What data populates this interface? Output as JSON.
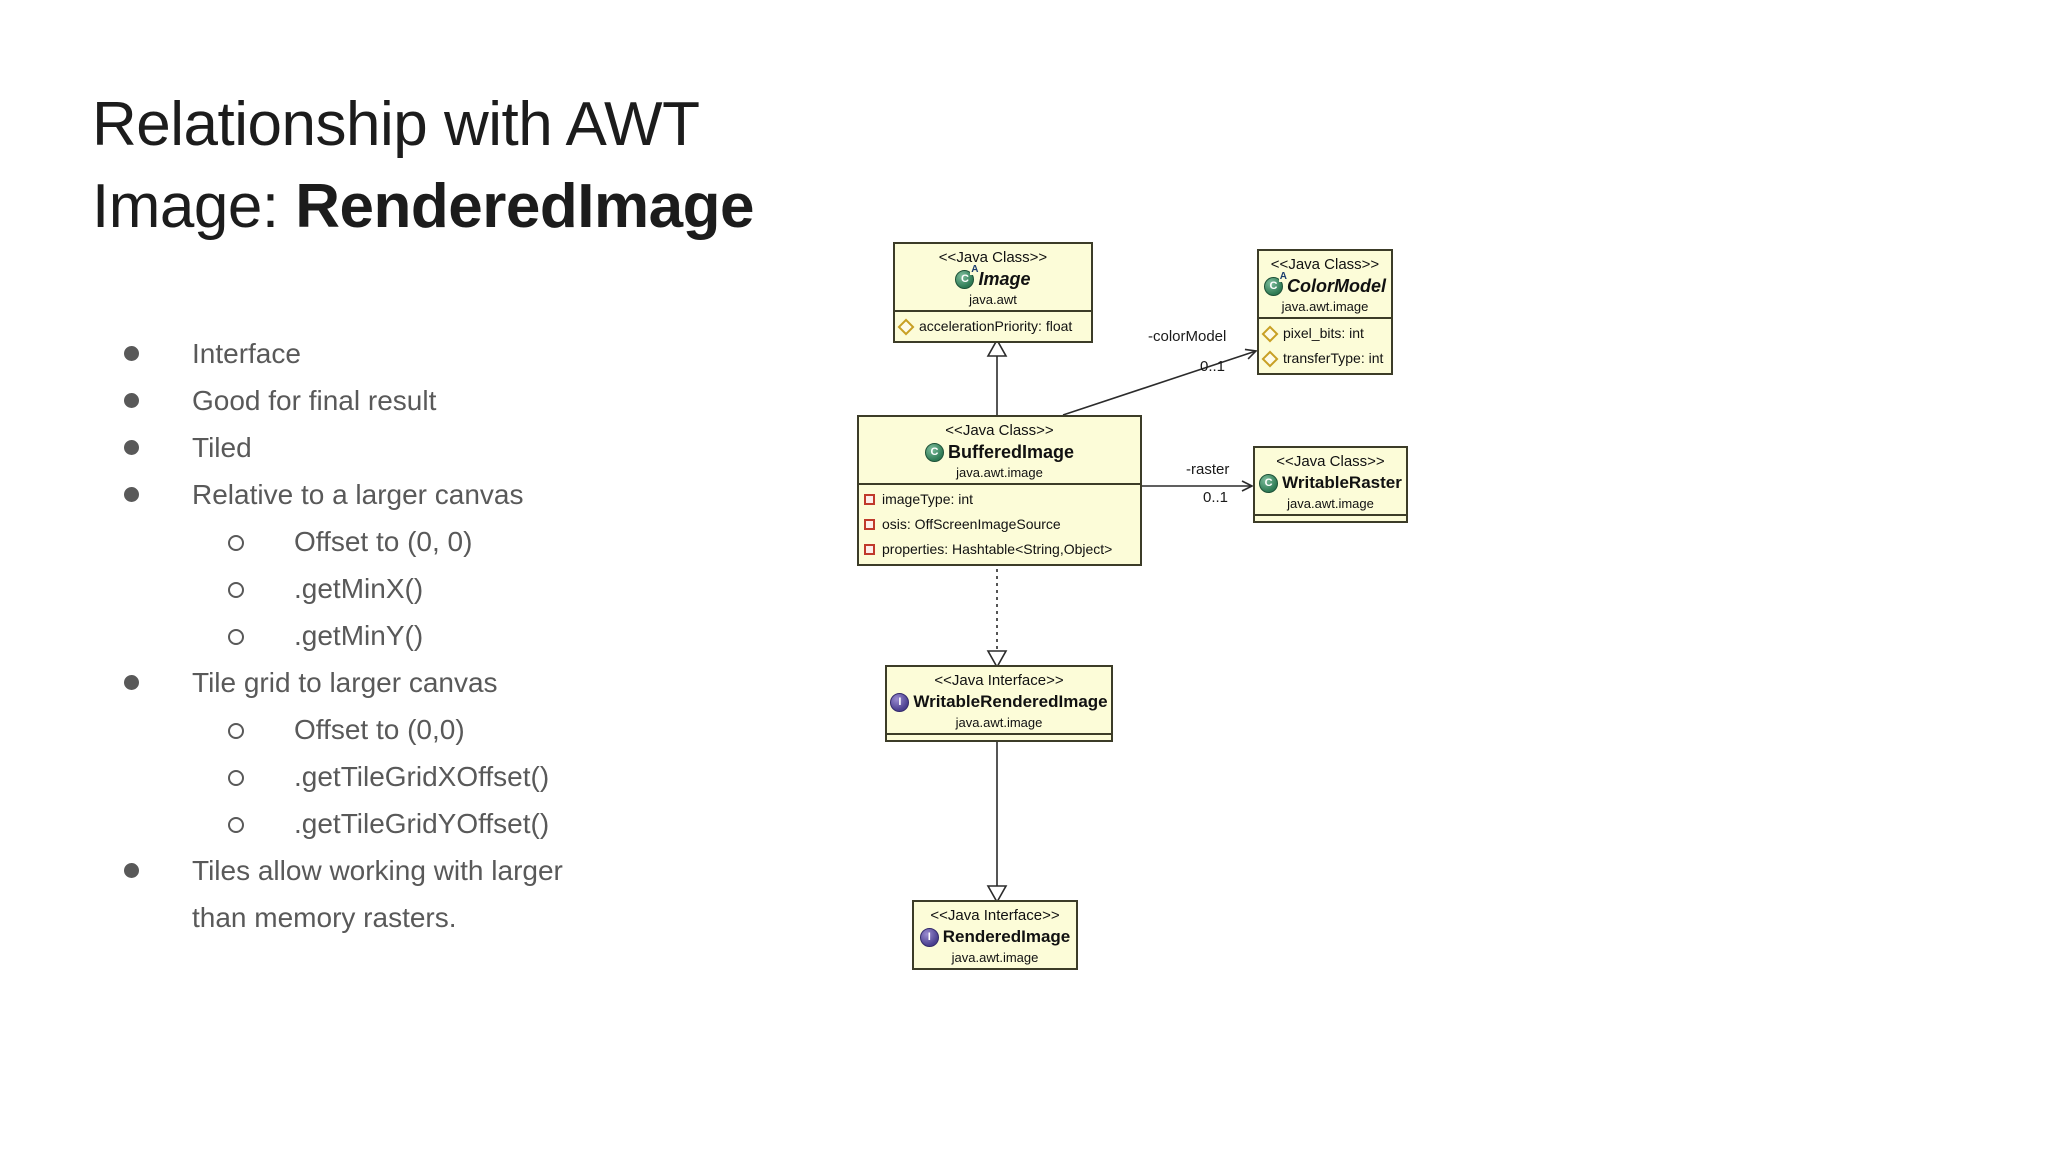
{
  "slide": {
    "title_line1": "Relationship with AWT",
    "title_line2_prefix": "Image: ",
    "title_line2_bold": "RenderedImage"
  },
  "bullets": [
    {
      "text": "Interface"
    },
    {
      "text": "Good for final result"
    },
    {
      "text": "Tiled"
    },
    {
      "text": "Relative to a larger canvas"
    },
    {
      "text": "Offset to (0, 0)"
    },
    {
      "text": ".getMinX()"
    },
    {
      "text": ".getMinY()"
    },
    {
      "text": "Tile grid to larger canvas"
    },
    {
      "text": "Offset to (0,0)"
    },
    {
      "text": ".getTileGridXOffset()"
    },
    {
      "text": ".getTileGridYOffset()"
    },
    {
      "text": "Tiles allow working with larger than memory rasters."
    }
  ],
  "diagram": {
    "icons": {
      "class_letter": "C",
      "interface_letter": "I",
      "abstract_letter": "A"
    },
    "classes": {
      "image": {
        "stereotype": "<<Java Class>>",
        "name": "Image",
        "package": "java.awt",
        "kind": "abstract class",
        "attributes": [
          {
            "visibility": "protected",
            "text": "accelerationPriority: float"
          }
        ]
      },
      "colorModel": {
        "stereotype": "<<Java Class>>",
        "name": "ColorModel",
        "package": "java.awt.image",
        "kind": "abstract class",
        "attributes": [
          {
            "visibility": "protected",
            "text": "pixel_bits: int"
          },
          {
            "visibility": "protected",
            "text": "transferType: int"
          }
        ]
      },
      "bufferedImage": {
        "stereotype": "<<Java Class>>",
        "name": "BufferedImage",
        "package": "java.awt.image",
        "kind": "class",
        "attributes": [
          {
            "visibility": "private",
            "text": "imageType: int"
          },
          {
            "visibility": "private",
            "text": "osis: OffScreenImageSource"
          },
          {
            "visibility": "private",
            "text": "properties: Hashtable<String,Object>"
          }
        ]
      },
      "writableRaster": {
        "stereotype": "<<Java Class>>",
        "name": "WritableRaster",
        "package": "java.awt.image",
        "kind": "class",
        "attributes": []
      },
      "writableRenderedImage": {
        "stereotype": "<<Java Interface>>",
        "name": "WritableRenderedImage",
        "package": "java.awt.image",
        "kind": "interface",
        "attributes": []
      },
      "renderedImage": {
        "stereotype": "<<Java Interface>>",
        "name": "RenderedImage",
        "package": "java.awt.image",
        "kind": "interface",
        "attributes": []
      }
    },
    "edges": {
      "colorModel_assoc": {
        "label": "-colorModel",
        "multiplicity": "0..1"
      },
      "raster_assoc": {
        "label": "-raster",
        "multiplicity": "0..1"
      }
    },
    "colors": {
      "box_fill": "#FCFCD8",
      "box_border": "#3C3C28",
      "edge_stroke": "#2B2B2B",
      "class_icon_green": "#2E7A54",
      "interface_icon_purple": "#4A3F8F",
      "protected_diamond_gold": "#C8A024",
      "private_square_red": "#C0392B",
      "body_text_gray": "#595959",
      "title_text": "#1C1C1C"
    }
  }
}
